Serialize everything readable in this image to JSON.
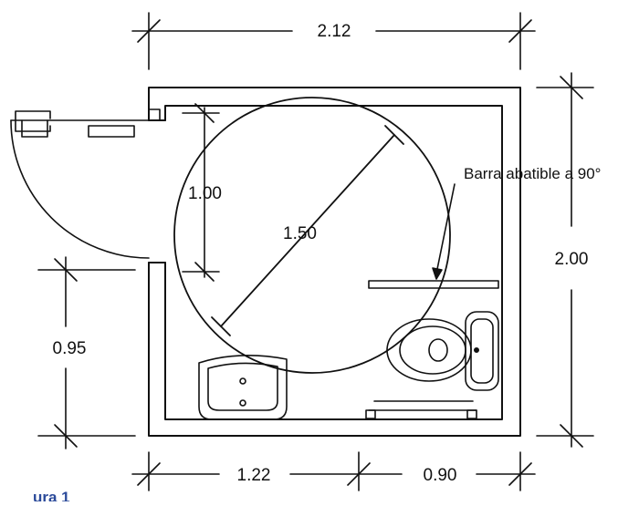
{
  "dimensions": {
    "top_width": "2.12",
    "right_height": "2.00",
    "circle_diameter": "1.50",
    "door_offset": "1.00",
    "left_lower": "0.95",
    "bottom_left": "1.22",
    "bottom_right": "0.90"
  },
  "annotations": {
    "grab_bar": "Barra abatible a 90°"
  },
  "caption": "ura 1",
  "colors": {
    "line": "#111111",
    "caption": "#2b4a9a",
    "background": "#ffffff"
  }
}
